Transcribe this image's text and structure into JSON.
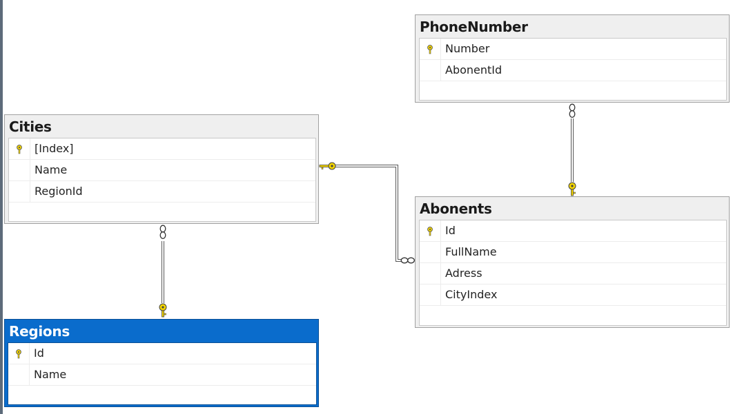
{
  "tables": {
    "phone_number": {
      "title": "PhoneNumber",
      "columns": [
        "Number",
        "AbonentId"
      ]
    },
    "cities": {
      "title": "Cities",
      "columns": [
        "[Index]",
        "Name",
        "RegionId"
      ]
    },
    "abonents": {
      "title": "Abonents",
      "columns": [
        "Id",
        "FullName",
        "Adress",
        "CityIndex"
      ]
    },
    "regions": {
      "title": "Regions",
      "columns": [
        "Id",
        "Name"
      ]
    }
  },
  "relationships": [
    {
      "from": "Abonents.CityIndex",
      "to": "Cities.[Index]",
      "many_end": "Abonents",
      "one_end": "Cities"
    },
    {
      "from": "PhoneNumber.AbonentId",
      "to": "Abonents.Id",
      "many_end": "PhoneNumber",
      "one_end": "Abonents"
    },
    {
      "from": "Cities.RegionId",
      "to": "Regions.Id",
      "many_end": "Cities",
      "one_end": "Regions"
    }
  ],
  "selected_table": "Regions",
  "colors": {
    "selection": "#0a6ccc",
    "key": "#f2d400",
    "header": "#efefef"
  }
}
